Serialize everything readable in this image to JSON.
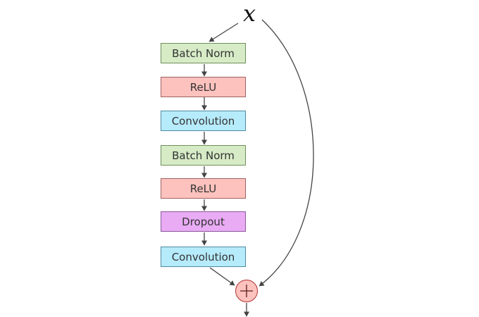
{
  "diagram": {
    "input_symbol": "x",
    "blocks": [
      {
        "label": "Batch Norm",
        "fill": "#d6ebc6",
        "border": "#6f8f5a"
      },
      {
        "label": "ReLU",
        "fill": "#fdc2bd",
        "border": "#a06060"
      },
      {
        "label": "Convolution",
        "fill": "#b6ebfb",
        "border": "#4f8aa0"
      },
      {
        "label": "Batch Norm",
        "fill": "#d6ebc6",
        "border": "#6f8f5a"
      },
      {
        "label": "ReLU",
        "fill": "#fdc2bd",
        "border": "#a06060"
      },
      {
        "label": "Dropout",
        "fill": "#e8abf4",
        "border": "#8a5a9a"
      },
      {
        "label": "Convolution",
        "fill": "#b6ebfb",
        "border": "#4f8aa0"
      }
    ],
    "add_node": {
      "icon": "plus-icon",
      "fill": "#fdc2bd",
      "border": "#b03030"
    },
    "arrow_color": "#444444"
  }
}
